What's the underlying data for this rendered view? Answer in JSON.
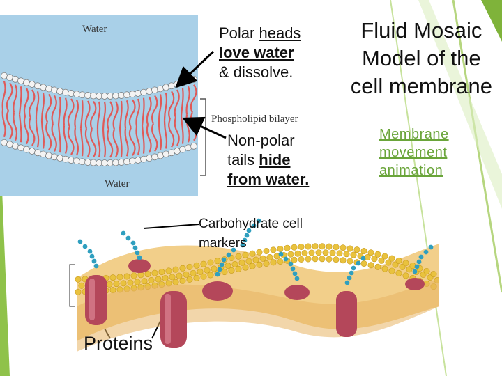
{
  "title": {
    "line1": "Fluid Mosaic",
    "line2": "Model of the",
    "line3": "cell membrane"
  },
  "polar": {
    "prefix": "Polar ",
    "underline": "heads",
    "line2": "love water",
    "line3": "& dissolve."
  },
  "nonpolar": {
    "line1": "Non-polar",
    "line2_a": "tails ",
    "line2_b": "hide",
    "line3": "from water."
  },
  "animation_link": {
    "line1": "Membrane",
    "line2": "movement",
    "line3": "animation"
  },
  "carbohydrate_label": {
    "line1": "Carbohydrate cell",
    "line2": "markers"
  },
  "proteins_label": "Proteins",
  "bilayer_figure": {
    "top_label": "Water",
    "bottom_label": "Water",
    "side_label": "Phospholipid bilayer"
  },
  "colors": {
    "water_bg": "#a9d0e8",
    "tails": "#e05a58",
    "heads": "#f3f3f3",
    "accent_green": "#6aa53a",
    "membrane_surface": "#f2cf8a",
    "protein": "#b4475a",
    "sugar_chain": "#2f9fbf"
  }
}
